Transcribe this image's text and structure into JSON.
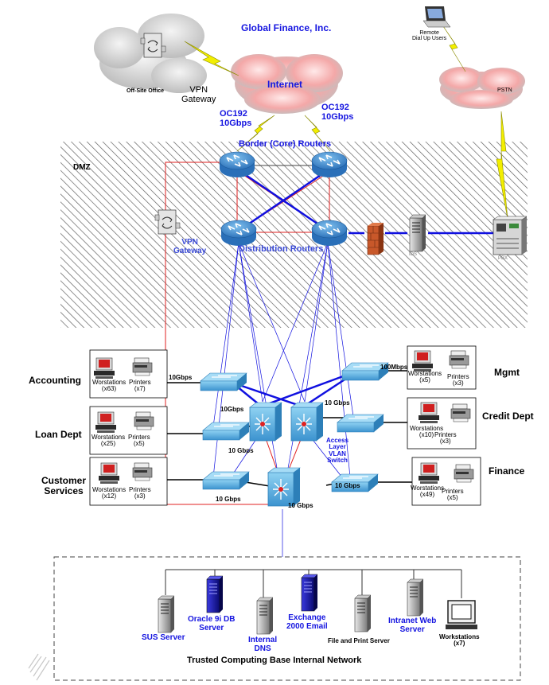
{
  "title": "Global Finance, Inc.",
  "internet": "Internet",
  "offsite_office": "Off-Site Office",
  "vpn_gateway_top": [
    "VPN",
    "Gateway"
  ],
  "remote_dialup": [
    "Remote",
    "Dial Up Users"
  ],
  "pstn": "PSTN",
  "oc192_left": [
    "OC192",
    "10Gbps"
  ],
  "oc192_right": [
    "OC192",
    "10Gbps"
  ],
  "border_routers": "Border (Core) Routers",
  "dmz": "DMZ",
  "vpn_gateway_dmz": [
    "VPN",
    "Gateway"
  ],
  "distribution_routers": "Distribution Routers",
  "ids": "IDS",
  "pbx": "PBX",
  "speeds": {
    "accounting": "10Gbps",
    "core_left": "10Gbps",
    "core_right": "10 Gbps",
    "mgmt": "100Mbps",
    "loan": "10 Gbps",
    "customer": "10 Gbps",
    "finance": "10 Gbps",
    "center_bottom": "10 Gbps"
  },
  "access_switch": [
    "Access",
    "Layer",
    "VLAN",
    "Switch"
  ],
  "departments": {
    "accounting": {
      "name": "Accounting",
      "ws": "Worstations",
      "ws_count": "(x63)",
      "pr": "Printers",
      "pr_count": "(x7)"
    },
    "loan": {
      "name": "Loan Dept",
      "ws": "Worstations",
      "ws_count": "(x25)",
      "pr": "Printers",
      "pr_count": "(x5)"
    },
    "customer": {
      "name": [
        "Customer",
        "Services"
      ],
      "ws": "Worstations",
      "ws_count": "(x12)",
      "pr": "Printers",
      "pr_count": "(x3)"
    },
    "mgmt": {
      "name": "Mgmt",
      "ws": "Worstations",
      "ws_count": "(x5)",
      "pr": "Printers",
      "pr_count": "(x3)"
    },
    "credit": {
      "name": "Credit Dept",
      "ws": "Worstations",
      "ws_count": "(x10)",
      "pr": "Printers",
      "pr_count": "(x3)"
    },
    "finance": {
      "name": "Finance",
      "ws": "Worstations",
      "ws_count": "(x49)",
      "pr": "Printers",
      "pr_count": "(x5)"
    }
  },
  "servers": {
    "sus": "SUS Server",
    "oracle": [
      "Oracle 9i DB",
      "Server"
    ],
    "dns": [
      "Internal",
      "DNS"
    ],
    "exchange": [
      "Exchange",
      "2000 Email"
    ],
    "fileprint": "File and Print Server",
    "intranet": [
      "Intranet Web",
      "Server"
    ],
    "workstations": [
      "Workstations",
      "(x7)"
    ]
  },
  "internal_network": "Trusted Computing Base Internal Network",
  "colors": {
    "label_blue": "#1515e0",
    "link_blue": "#1010e0",
    "router": "#3a8fd6",
    "red_link": "#e02020",
    "firewall": "#c8582a",
    "lightning": "#f2ee00"
  }
}
